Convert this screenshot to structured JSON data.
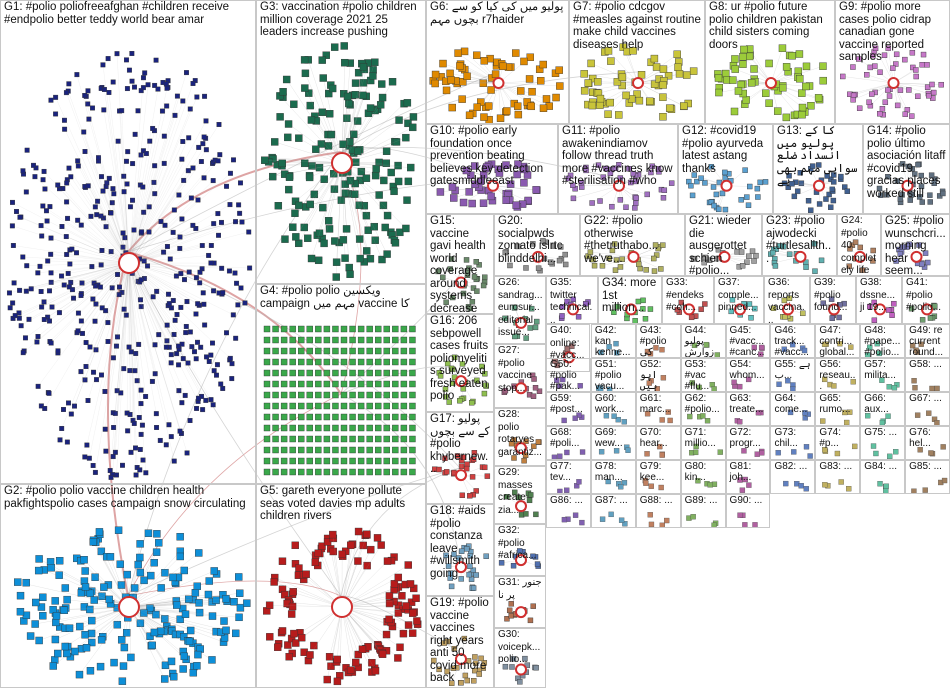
{
  "groups": [
    {
      "id": "G1",
      "label": "G1: #polio poliofreeafghan #children receive #endpolio better teddy world bear amar",
      "color": "#1a237e"
    },
    {
      "id": "G2",
      "label": "G2: #polio polio vaccine children health pakfightspolio cases campaign snow circulating",
      "color": "#0d8fd8"
    },
    {
      "id": "G3",
      "label": "G3: vaccination #polio children million coverage 2021 25 leaders increase pushing",
      "color": "#1b6b4e"
    },
    {
      "id": "G4",
      "label": "G4: #polio polio ویکسین campaign مہم میں vaccine کا",
      "color": "#3aa84a"
    },
    {
      "id": "G5",
      "label": "G5: gareth everyone pollute seas voted davies mp adults children rivers",
      "color": "#b71c1c"
    },
    {
      "id": "G6",
      "label": "G6: پولیو میں کی کیا کو سے بچوں مہم r7haider",
      "color": "#e08a00"
    },
    {
      "id": "G7",
      "label": "G7: #polio cdcgov #measles against routine make child vaccines diseases help",
      "color": "#c9c43a"
    },
    {
      "id": "G8",
      "label": "G8: ur #polio future polio children pakistan child sisters coming doors",
      "color": "#9ccc3a"
    },
    {
      "id": "G9",
      "label": "G9: #polio more cases polio cidrap canadian gone vaccine reported samples",
      "color": "#c678c8"
    },
    {
      "id": "G10",
      "label": "G10: #polio early foundation once prevention beating believes key detection gatesmiddleeast",
      "color": "#8a5ab0"
    },
    {
      "id": "G11",
      "label": "G11: #polio awakenindiamov follow thread truth more #vaccines know #sterilisation #who",
      "color": "#a070c0"
    },
    {
      "id": "G12",
      "label": "G12: #covid19 #polio ayurveda latest astang thanks",
      "color": "#5aa0d0"
    },
    {
      "id": "G13",
      "label": "G13: کا کے پولیو میں انسداد ضلع سوابی مہم بھی ہے",
      "color": "#406090"
    },
    {
      "id": "G14",
      "label": "G14: #polio polio último asociación litaff #covid19 gracias places worked still",
      "color": "#607080"
    },
    {
      "id": "G15",
      "label": "G15: vaccine gavi health world coverage around systems decrease",
      "color": "#6a8a6a"
    },
    {
      "id": "G16",
      "label": "G16: 206 sebpowell cases fruits poliomyelitis surveyed fresh eaten polio",
      "color": "#8fbf4f"
    },
    {
      "id": "G17",
      "label": "G17: پولیو کے سے بچوں #polio khybernew...",
      "color": "#d04040"
    },
    {
      "id": "G18",
      "label": "G18: #aids #polio constanza leave #willsmith going",
      "color": "#70a0c0"
    },
    {
      "id": "G19",
      "label": "G19: #polio vaccine vaccines right years anti 50 covid more back",
      "color": "#c0a060"
    },
    {
      "id": "G20",
      "label": "G20: socialpwds zomato islrtc blinddelhi...",
      "color": "#909090"
    },
    {
      "id": "G21",
      "label": "G21: wieder die ausgerottet schien #polio...",
      "color": "#a0a0a0"
    },
    {
      "id": "G22",
      "label": "G22: #polio otherwise #thetruthabo... we've...",
      "color": "#b0b060"
    },
    {
      "id": "G23",
      "label": "G23: #polio ajwodecki #turtlesallth...",
      "color": "#60b0b0"
    },
    {
      "id": "G24",
      "label": "G24: #polio 40 completely life warning...",
      "color": "#b08060"
    },
    {
      "id": "G25",
      "label": "G25: #polio wunschcri... morning hear seem...",
      "color": "#8080c0"
    },
    {
      "id": "G26",
      "label": "G26: sandrag... eurosur... editorial issue...",
      "color": "#60a080"
    },
    {
      "id": "G27",
      "label": "G27: #polio vaccine stop...",
      "color": "#a06080"
    },
    {
      "id": "G28",
      "label": "G28: polio rotaryes garantiz...",
      "color": "#c08040"
    },
    {
      "id": "G29",
      "label": "G29: masses create zia...",
      "color": "#508050"
    },
    {
      "id": "G30",
      "label": "G30: voicepk... polio...",
      "color": "#8090a0"
    },
    {
      "id": "G31",
      "label": "G31: جنور پر نا",
      "color": "#b07050"
    },
    {
      "id": "G32",
      "label": "G32: #polio #africa...",
      "color": "#5070b0"
    },
    {
      "id": "G33",
      "label": "G33: #endeks #coh...",
      "color": "#c05050"
    },
    {
      "id": "G34",
      "label": "G34: more 1st million...",
      "color": "#60c060"
    },
    {
      "id": "G35",
      "label": "G35: twitter technical...",
      "color": "#9060c0"
    },
    {
      "id": "G36",
      "label": "G36: reports vaccina...",
      "color": "#c0c060"
    },
    {
      "id": "G37",
      "label": "G37: comple... pinned...",
      "color": "#60c0c0"
    },
    {
      "id": "G38",
      "label": "G38: dssne... ji 19...",
      "color": "#c060c0"
    },
    {
      "id": "G39",
      "label": "G39: #polio found...",
      "color": "#7070a0"
    },
    {
      "id": "G40",
      "label": "G40: online: #vacc...",
      "color": "#a07070"
    },
    {
      "id": "G41",
      "label": "G41: #polio #polio...",
      "color": "#70a070"
    }
  ],
  "small_groups": [
    "G42: kan kenne...",
    "G43: #polio کی",
    "G44: پولیو زوارش",
    "G45: #vacc... #canc...",
    "G46: track... #vacc...",
    "G47: contri... global...",
    "G48: #pape... #polio...",
    "G49: re current round...",
    "G50: #polio #pak...",
    "G51: #polio vacu...",
    "G52: اپو ہیں",
    "G53: #vac #flu...",
    "G54: whom...",
    "G55: ہے ب...",
    "G56: reseau...",
    "G57: milita...",
    "G58: ...",
    "G59: #post...",
    "G60: work...",
    "G61: marc...",
    "G62: #polio...",
    "G63: treate...",
    "G64: come...",
    "G65: rumo...",
    "G66: aux...",
    "G67: ...",
    "G68: #poli...",
    "G69: wew...",
    "G70: hear...",
    "G71: millio...",
    "G72: progr...",
    "G73: chil...",
    "G74: #p...",
    "G75: ...",
    "G76: hel...",
    "G77: tev...",
    "G78: man...",
    "G79: kee...",
    "G80: kin...",
    "G81: joh...",
    "G82: ...",
    "G83: ...",
    "G84: ...",
    "G85: ...",
    "G86: ...",
    "G87: ...",
    "G88: ...",
    "G89: ...",
    "G90: ..."
  ]
}
